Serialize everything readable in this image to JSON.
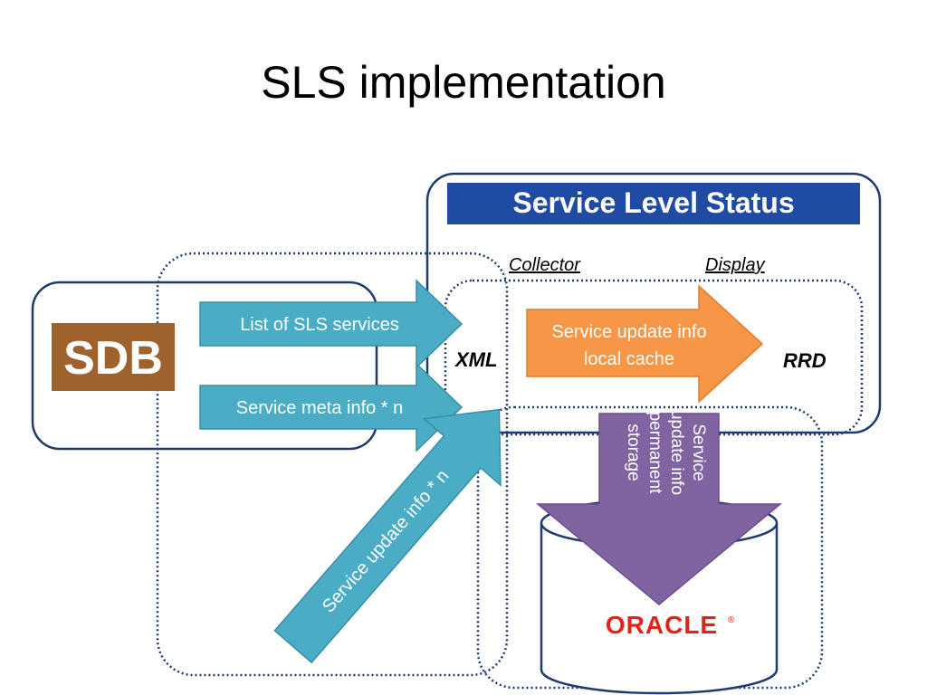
{
  "slide": {
    "title": "SLS implementation"
  },
  "sls": {
    "banner": "Service Level Status",
    "collector_label": "Collector",
    "display_label": "Display",
    "xml_label": "XML",
    "rrd_label": "RRD"
  },
  "sdb": {
    "logo_text": "SDB"
  },
  "arrows": {
    "list_services": "List of SLS services",
    "meta_info": "Service meta info * n",
    "update_info": "Service update info * n",
    "cache_line1": "Service update info",
    "cache_line2": "local cache",
    "storage_line1": "Service",
    "storage_line2": "update info",
    "storage_line3": "permanent",
    "storage_line4": "storage"
  },
  "oracle": {
    "logo_text": "ORACLE",
    "mark": "®"
  },
  "colors": {
    "teal": "#4bacc6",
    "teal_border": "#3a8ea6",
    "orange": "#f79646",
    "purple": "#8064a2",
    "navy": "#1f3b6e",
    "dotted": "#1f3b6e",
    "banner_bg": "#1f4ba5",
    "sdb_brown": "#a0622c",
    "oracle_red": "#e2231a"
  }
}
